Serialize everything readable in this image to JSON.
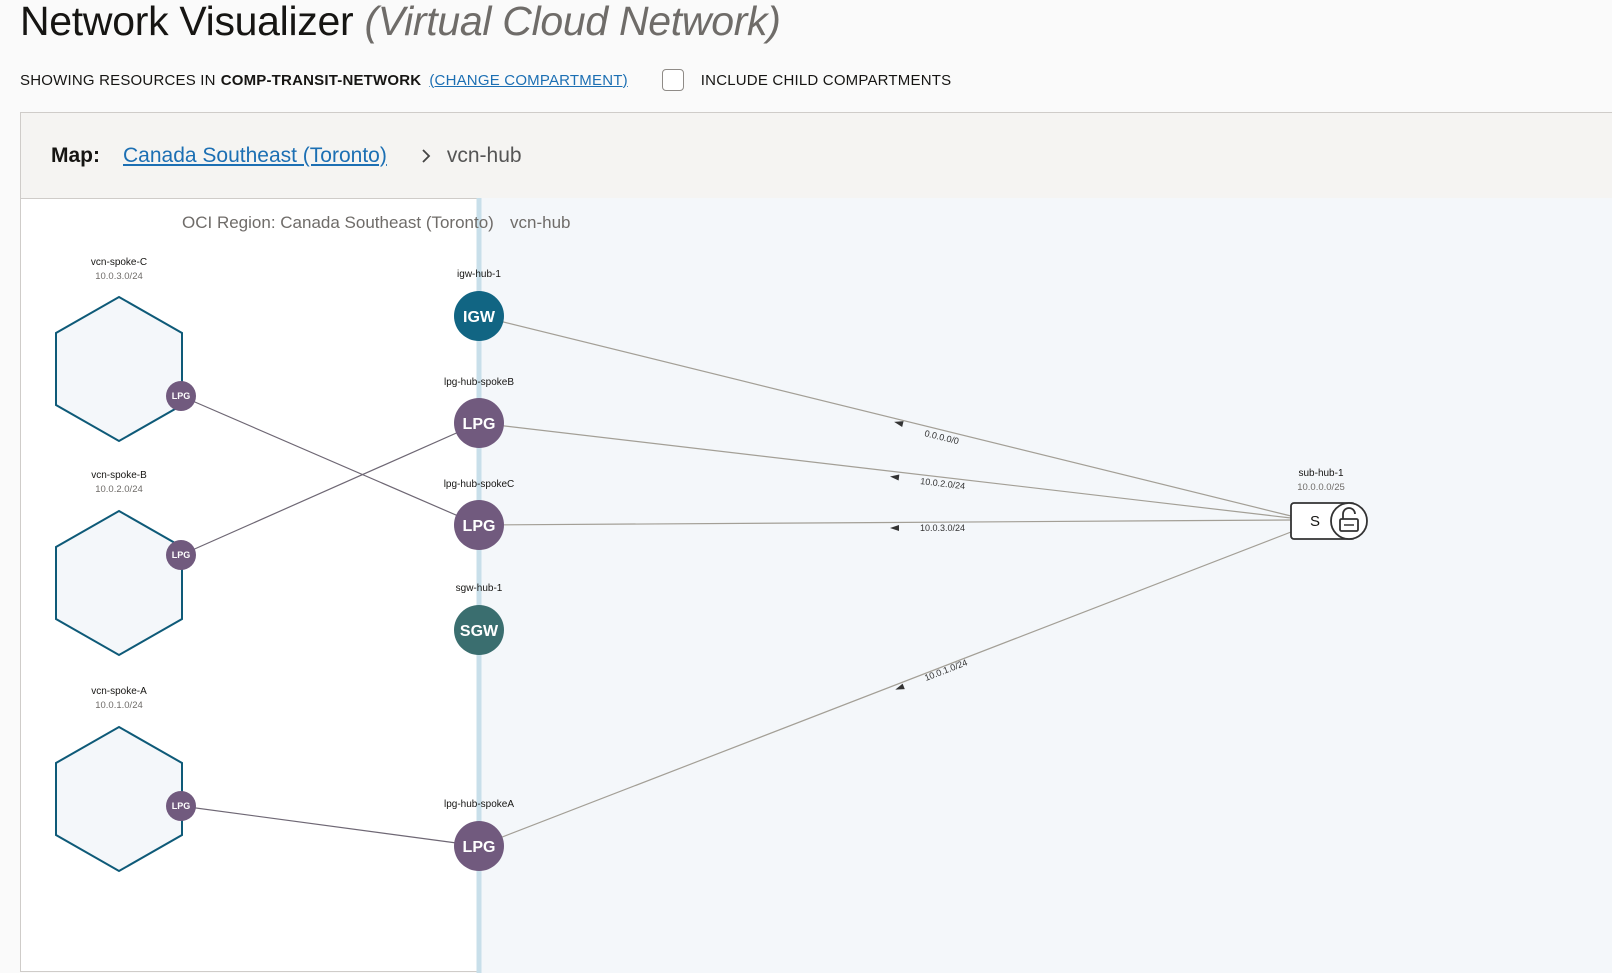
{
  "page": {
    "title": "Network Visualizer",
    "subtitle": "(Virtual Cloud Network)"
  },
  "compartment_bar": {
    "lead": "SHOWING RESOURCES IN",
    "compartment": "COMP-TRANSIT-NETWORK",
    "change_link": "(CHANGE COMPARTMENT)",
    "include_child_label": "INCLUDE CHILD COMPARTMENTS",
    "include_child_checked": false
  },
  "map": {
    "label": "Map:",
    "breadcrumb_region": "Canada Southeast (Toronto)",
    "breadcrumb_current": "vcn-hub",
    "region_label": "OCI Region: Canada Southeast (Toronto)",
    "vcn_label": "vcn-hub"
  },
  "spokes": [
    {
      "name": "vcn-spoke-C",
      "cidr": "10.0.3.0/24",
      "gateway": "LPG"
    },
    {
      "name": "vcn-spoke-B",
      "cidr": "10.0.2.0/24",
      "gateway": "LPG"
    },
    {
      "name": "vcn-spoke-A",
      "cidr": "10.0.1.0/24",
      "gateway": "LPG"
    }
  ],
  "hub_gateways": [
    {
      "name": "igw-hub-1",
      "type": "IGW",
      "color": "#116583"
    },
    {
      "name": "lpg-hub-spokeB",
      "type": "LPG",
      "color": "#715a7e"
    },
    {
      "name": "lpg-hub-spokeC",
      "type": "LPG",
      "color": "#715a7e"
    },
    {
      "name": "sgw-hub-1",
      "type": "SGW",
      "color": "#3a6e6f"
    },
    {
      "name": "lpg-hub-spokeA",
      "type": "LPG",
      "color": "#715a7e"
    }
  ],
  "subnet": {
    "name": "sub-hub-1",
    "cidr": "10.0.0.0/25",
    "badge": "S",
    "access_icon": "unlock-icon"
  },
  "routes": [
    {
      "destination": "0.0.0.0/0",
      "target": "igw-hub-1"
    },
    {
      "destination": "10.0.2.0/24",
      "target": "lpg-hub-spokeB"
    },
    {
      "destination": "10.0.3.0/24",
      "target": "lpg-hub-spokeC"
    },
    {
      "destination": "10.0.1.0/24",
      "target": "lpg-hub-spokeA"
    }
  ],
  "colors": {
    "vcn_border": "#0e5a78",
    "vcn_fill": "#f4f7fa",
    "hub_band": "#f4f7fa",
    "hub_line": "#c8dfea",
    "route_line": "#a39f96",
    "peering_line": "#6e6774",
    "link": "#1c6fb3"
  }
}
